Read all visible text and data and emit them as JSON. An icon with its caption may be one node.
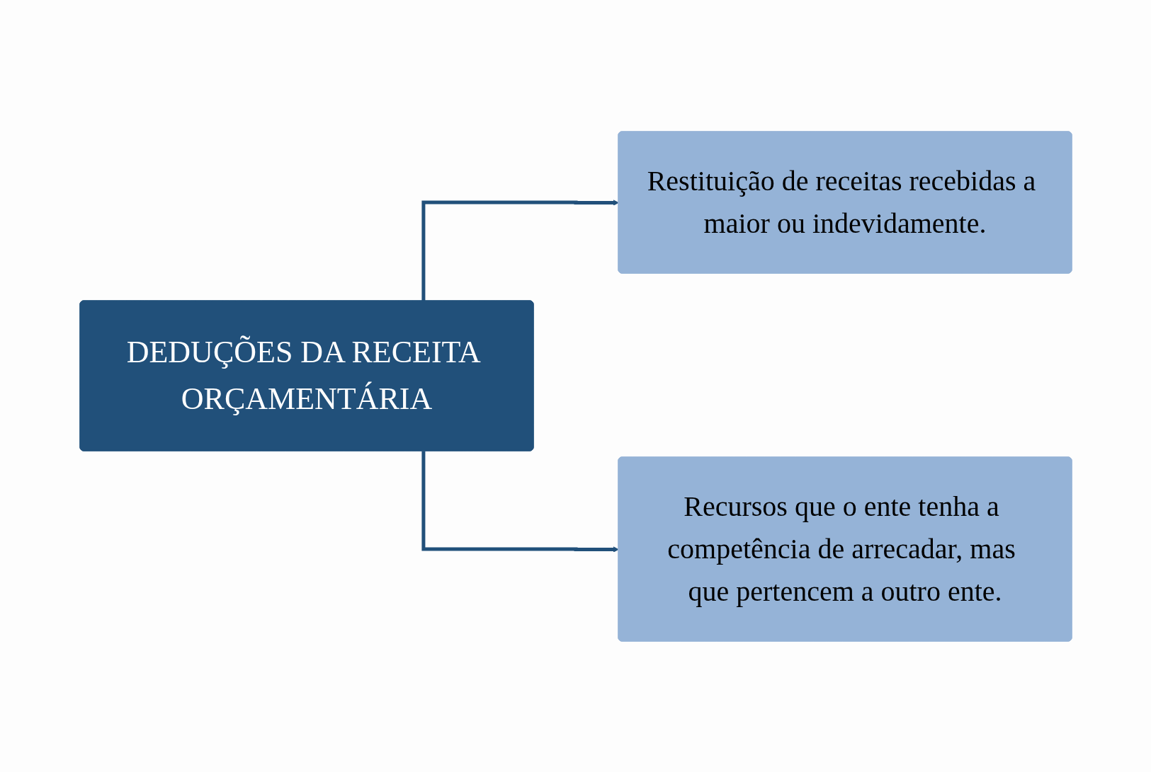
{
  "diagram": {
    "nodes": [
      {
        "text": [
          "DEDUÇÕES DA RECEITA ORÇAMENTÁRIA"
        ]
      },
      {
        "text": [
          "Restituição de receitas recebidas a maior ou indevidamente."
        ]
      },
      {
        "text": [
          "Recursos que o ente tenha a competência de arrecadar, mas que pertencem a outro ente."
        ]
      }
    ],
    "edges": [
      {
        "from": 0,
        "to": 1,
        "arrow": "to"
      },
      {
        "from": 0,
        "to": 2,
        "arrow": "to"
      }
    ]
  }
}
